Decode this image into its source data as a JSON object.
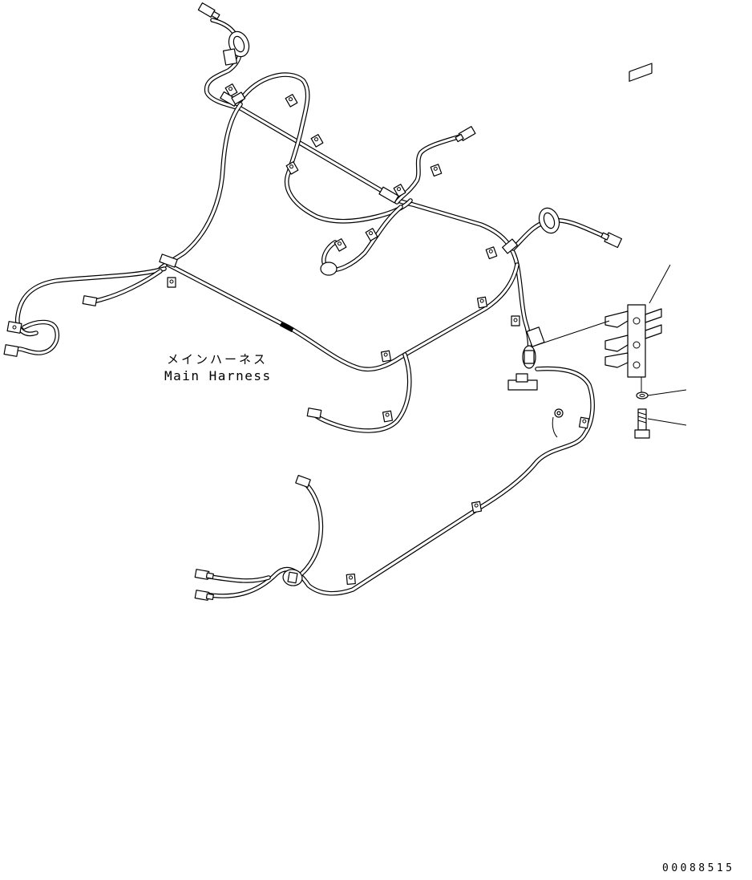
{
  "labels": {
    "harness_jp": "メインハーネス",
    "harness_en": "Main Harness"
  },
  "drawing_code": "00088515",
  "colors": {
    "line": "#000000",
    "background": "#ffffff"
  }
}
